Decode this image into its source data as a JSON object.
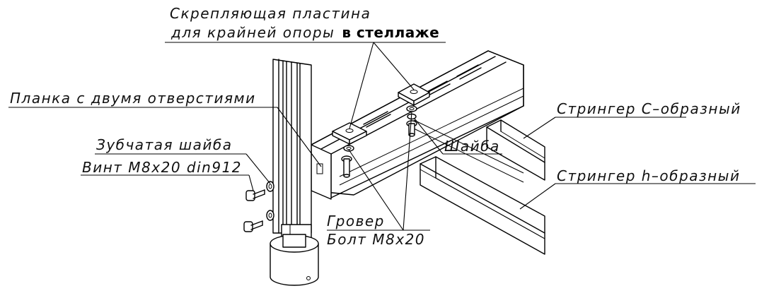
{
  "labels": {
    "plate_line1": "Скрепляющая пластина",
    "plate_line2_regular": "для крайней опоры",
    "plate_line2_bold": "в стеллаже",
    "bar_two_holes": "Планка с двумя отверстиями",
    "toothed_washer": "Зубчатая шайба",
    "screw": "Винт M8x20 din912",
    "grover": "Гровер",
    "bolt": "Болт M8x20",
    "washer": "Шайба",
    "stringer_c": "Стрингер C–образный",
    "stringer_h": "Стрингер h–образный"
  },
  "colors": {
    "ink": "#000000",
    "background": "#ffffff"
  }
}
